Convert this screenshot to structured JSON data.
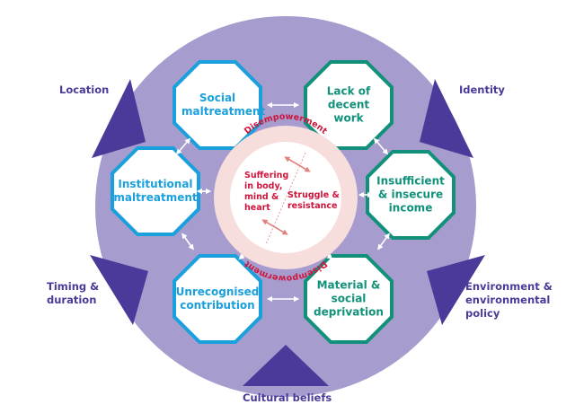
{
  "colors": {
    "circle": "#a69cce",
    "triangle": "#4b3a9a",
    "blue": "#1aa0dc",
    "teal": "#12917a",
    "red": "#d0143c",
    "ring": "#f7dedd"
  },
  "outer_factors": {
    "location": "Location",
    "identity": "Identity",
    "timing": "Timing & duration",
    "environment": "Environment & environmental policy",
    "culture": "Cultural beliefs"
  },
  "nodes": {
    "social": "Social maltreatment",
    "work": "Lack of decent work",
    "institutional": "Institutional maltreatment",
    "income": "Insufficient & insecure income",
    "unrecognised": "Unrecognised contribution",
    "deprivation": "Material & social deprivation"
  },
  "core": {
    "ring_label": "Disempowerment",
    "left": "Suffering in body, mind & heart",
    "right": "Struggle & resistance"
  }
}
